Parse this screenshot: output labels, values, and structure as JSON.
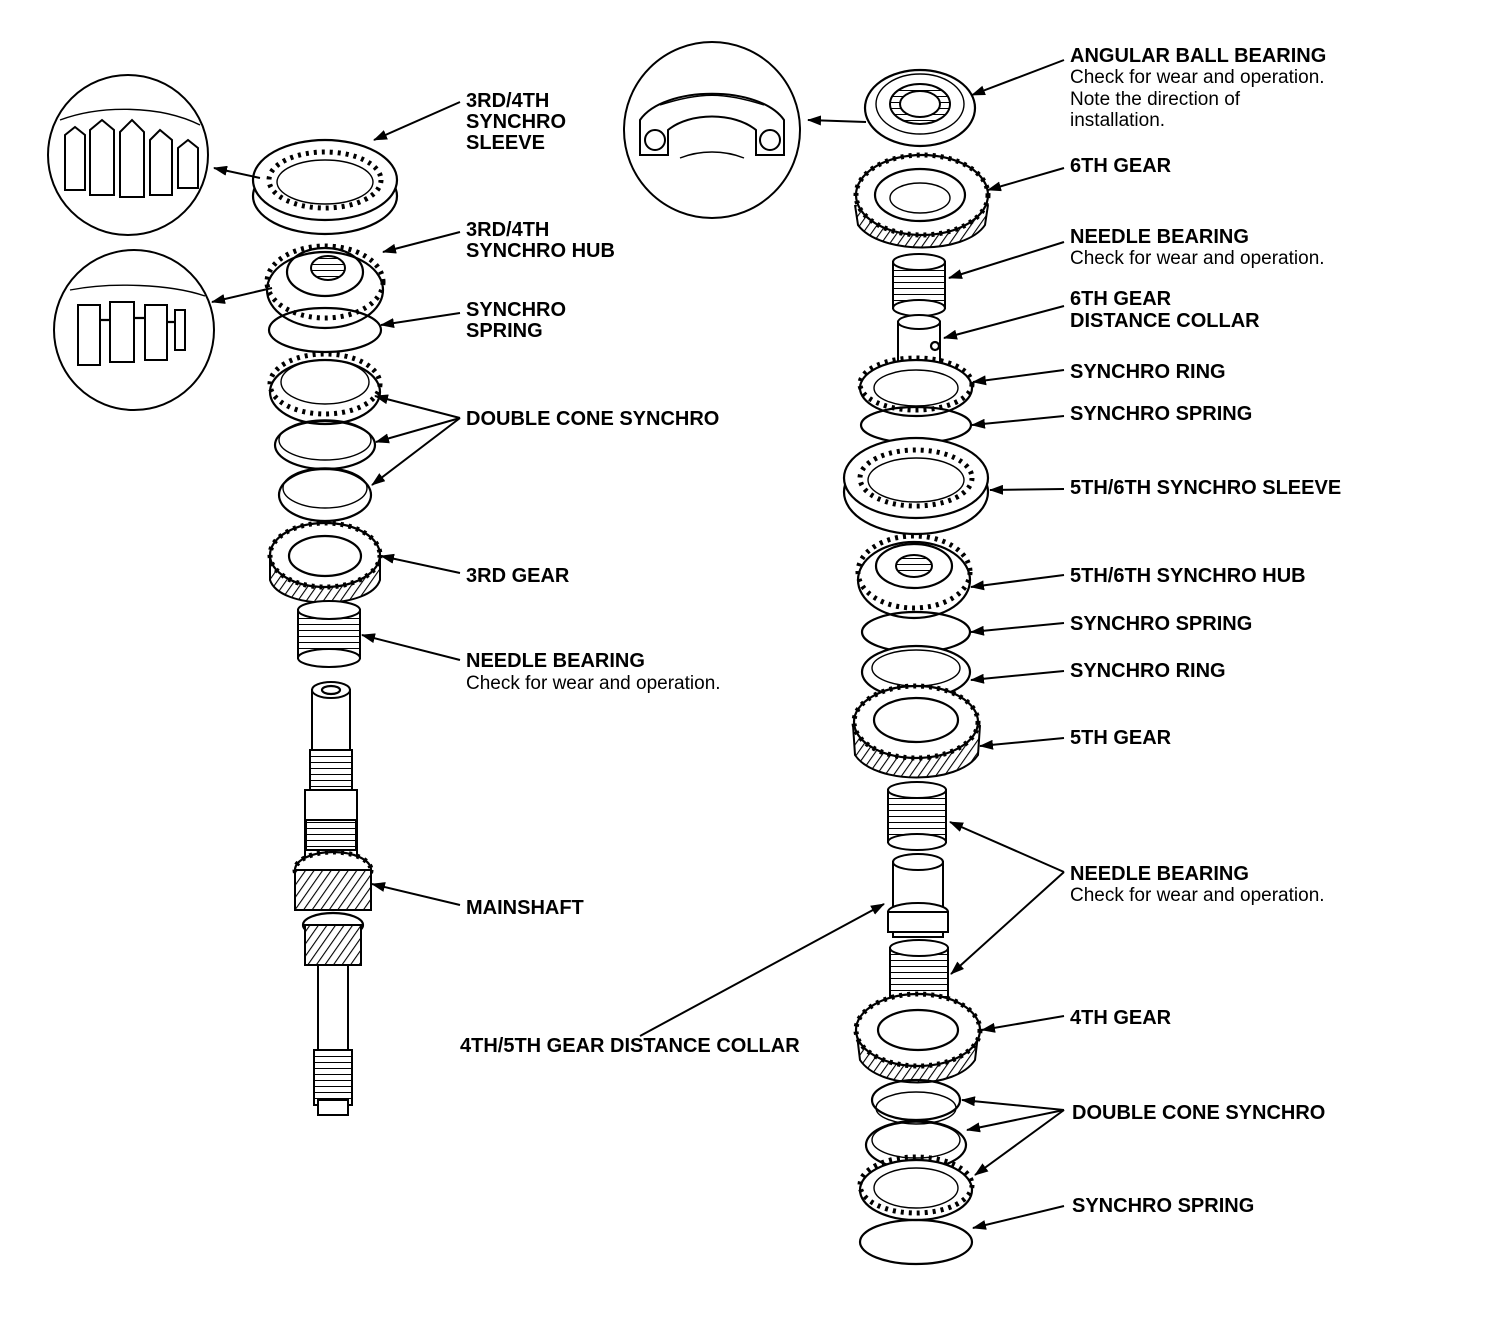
{
  "left_column": {
    "sleeve": [
      "3RD/4TH",
      "SYNCHRO",
      "SLEEVE"
    ],
    "hub": [
      "3RD/4TH",
      "SYNCHRO HUB"
    ],
    "spring": [
      "SYNCHRO",
      "SPRING"
    ],
    "double_cone": "DOUBLE CONE SYNCHRO",
    "third_gear": "3RD GEAR",
    "needle_bearing": {
      "title": "NEEDLE BEARING",
      "note": "Check for wear and operation."
    },
    "mainshaft": "MAINSHAFT"
  },
  "right_column": {
    "angular_ball_bearing": {
      "title": "ANGULAR BALL BEARING",
      "notes": [
        "Check for wear and operation.",
        "Note the direction of",
        "installation."
      ]
    },
    "sixth_gear": "6TH GEAR",
    "needle_bearing_top": {
      "title": "NEEDLE BEARING",
      "note": "Check for wear and operation."
    },
    "sixth_gear_collar": [
      "6TH GEAR",
      "DISTANCE COLLAR"
    ],
    "synchro_ring_top": "SYNCHRO RING",
    "synchro_spring_top": "SYNCHRO SPRING",
    "sleeve_56": "5TH/6TH SYNCHRO SLEEVE",
    "hub_56": "5TH/6TH SYNCHRO HUB",
    "synchro_spring_mid": "SYNCHRO SPRING",
    "synchro_ring_mid": "SYNCHRO RING",
    "fifth_gear": "5TH GEAR",
    "needle_bearing_bottom": {
      "title": "NEEDLE BEARING",
      "note": "Check for wear and operation."
    },
    "collar_45": "4TH/5TH GEAR DISTANCE COLLAR",
    "fourth_gear": "4TH GEAR",
    "double_cone": "DOUBLE CONE SYNCHRO",
    "synchro_spring_bottom": "SYNCHRO SPRING"
  }
}
